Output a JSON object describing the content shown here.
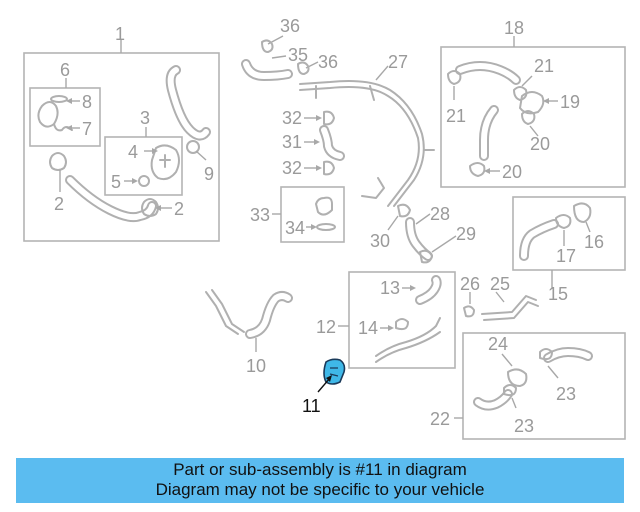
{
  "diagram": {
    "callouts": {
      "c1": "1",
      "c2a": "2",
      "c2b": "2",
      "c3": "3",
      "c4": "4",
      "c5": "5",
      "c6": "6",
      "c7": "7",
      "c8": "8",
      "c9": "9",
      "c10": "10",
      "c11": "11",
      "c12": "12",
      "c13": "13",
      "c14": "14",
      "c15": "15",
      "c16": "16",
      "c17": "17",
      "c18": "18",
      "c19": "19",
      "c20a": "20",
      "c20b": "20",
      "c21a": "21",
      "c21b": "21",
      "c22": "22",
      "c23a": "23",
      "c23b": "23",
      "c24": "24",
      "c25": "25",
      "c26": "26",
      "c27": "27",
      "c28": "28",
      "c29": "29",
      "c30": "30",
      "c31": "31",
      "c32a": "32",
      "c32b": "32",
      "c33": "33",
      "c34": "34",
      "c35": "35",
      "c36a": "36",
      "c36b": "36"
    },
    "highlight_color": "#3fb8e8"
  },
  "banner": {
    "line1": "Part or sub-assembly is #11 in diagram",
    "line2": "Diagram may not be specific to your vehicle",
    "color": "#5bbcf0"
  }
}
